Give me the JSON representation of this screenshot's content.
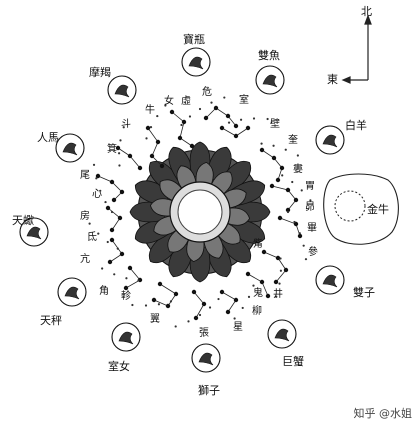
{
  "compass": {
    "north": "北",
    "east": "東"
  },
  "zodiac": {
    "aquarius": "寶瓶",
    "pisces": "雙魚",
    "aries": "白羊",
    "taurus": "金牛",
    "gemini": "雙子",
    "cancer": "巨蟹",
    "leo": "獅子",
    "virgo": "室女",
    "libra": "天秤",
    "scorpio": "天蠍",
    "sagittarius": "人馬",
    "capricorn": "摩羯"
  },
  "mansions": {
    "niu": "牛",
    "nv": "女",
    "xu": "虛",
    "wei_danger": "危",
    "shi": "室",
    "bi_wall": "壁",
    "kui": "奎",
    "lou": "婁",
    "wei_stomach": "胃",
    "mao": "昴",
    "bi_net": "畢",
    "shen": "參",
    "zi": "觜",
    "jing": "井",
    "gui": "鬼",
    "liu": "柳",
    "xing": "星",
    "zhang": "張",
    "yi": "翼",
    "zhen": "軫",
    "jiao": "角",
    "kang": "亢",
    "di": "氐",
    "fang": "房",
    "xin": "心",
    "wei_tail": "尾",
    "ji": "箕",
    "dou": "斗"
  },
  "watermark": "知乎 @水姐"
}
